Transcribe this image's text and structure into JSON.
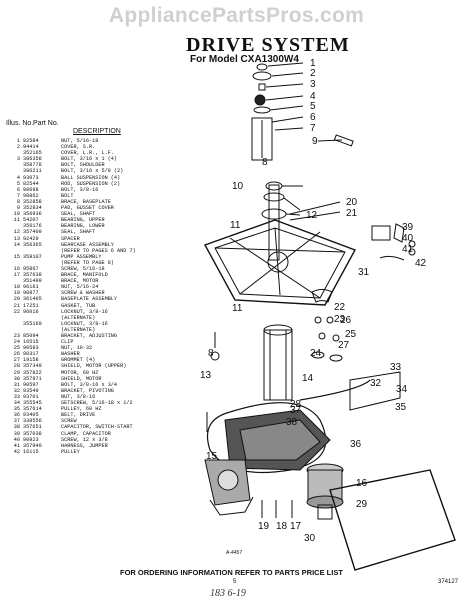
{
  "watermark": "AppliancePartsPros.com",
  "header": {
    "title": "DRIVE SYSTEM",
    "subtitle": "For Model CXA1300W4"
  },
  "table_header": {
    "illus": "Illus. No.",
    "part": "Part No.",
    "description": "DESCRIPTION"
  },
  "parts": [
    {
      "illus": "1",
      "part": "92584",
      "desc": "NUT, 5/16-18"
    },
    {
      "illus": "2",
      "part": "94414",
      "desc": "COVER, S.R."
    },
    {
      "illus": "",
      "part": "352165",
      "desc": "COVER, L.R., L.F."
    },
    {
      "illus": "3",
      "part": "386358",
      "desc": "BOLT, 3/16 x 1 (4)"
    },
    {
      "illus": "",
      "part": "358778",
      "desc": "BOLT, SHOULDER"
    },
    {
      "illus": "",
      "part": "386211",
      "desc": "BOLT, 3/16 x 5/8 (2)"
    },
    {
      "illus": "4",
      "part": "93073",
      "desc": "BALL SUSPENSION (4)"
    },
    {
      "illus": "5",
      "part": "82544",
      "desc": "ROD, SUSPENSION (2)"
    },
    {
      "illus": "6",
      "part": "98698",
      "desc": "BOLT, 3/8-16"
    },
    {
      "illus": "7",
      "part": "98862",
      "desc": "BOLT"
    },
    {
      "illus": "8",
      "part": "352858",
      "desc": "BRACE, BASEPLATE"
    },
    {
      "illus": "9",
      "part": "352834",
      "desc": "PAD, GUSSET COVER"
    },
    {
      "illus": "10",
      "part": "356936",
      "desc": "SEAL, SHAFT"
    },
    {
      "illus": "11",
      "part": "54207",
      "desc": "BEARING, UPPER"
    },
    {
      "illus": "",
      "part": "356176",
      "desc": "BEARING, LOWER"
    },
    {
      "illus": "12",
      "part": "357409",
      "desc": "SEAL, SHAFT"
    },
    {
      "illus": "13",
      "part": "92429",
      "desc": "SPACER"
    },
    {
      "illus": "14",
      "part": "356365",
      "desc": "GEARCASE ASSEMBLY"
    },
    {
      "illus": "",
      "part": "",
      "desc": "(REFER TO PAGES 6 AND 7)"
    },
    {
      "illus": "15",
      "part": "359107",
      "desc": "PUMP ASSEMBLY"
    },
    {
      "illus": "",
      "part": "",
      "desc": "(REFER TO PAGE 8)"
    },
    {
      "illus": "16",
      "part": "95867",
      "desc": "SCREW, 5/16-18"
    },
    {
      "illus": "17",
      "part": "357638",
      "desc": "BRACE, MANIFOLD"
    },
    {
      "illus": "",
      "part": "351499",
      "desc": "BRACE, MOTOR"
    },
    {
      "illus": "18",
      "part": "96161",
      "desc": "NUT, 5/16-24"
    },
    {
      "illus": "19",
      "part": "90877",
      "desc": "SCREW & WASHER"
    },
    {
      "illus": "20",
      "part": "361405",
      "desc": "BASEPLATE ASSEMBLY"
    },
    {
      "illus": "21",
      "part": "17251",
      "desc": "GASKET, TUB"
    },
    {
      "illus": "22",
      "part": "96016",
      "desc": "LOCKNUT, 3/8-16"
    },
    {
      "illus": "",
      "part": "",
      "desc": "(ALTERNATE)"
    },
    {
      "illus": "",
      "part": "355169",
      "desc": "LOCKNUT, 3/8-16"
    },
    {
      "illus": "",
      "part": "",
      "desc": "(ALTERNATE)"
    },
    {
      "illus": "23",
      "part": "85094",
      "desc": "BRACKET, ADJUSTING"
    },
    {
      "illus": "24",
      "part": "16515",
      "desc": "CLIP"
    },
    {
      "illus": "25",
      "part": "90583",
      "desc": "NUT, 10-32"
    },
    {
      "illus": "26",
      "part": "90317",
      "desc": "WASHER"
    },
    {
      "illus": "27",
      "part": "19158",
      "desc": "GROMMET (4)"
    },
    {
      "illus": "28",
      "part": "357349",
      "desc": "SHIELD, MOTOR (UPPER)"
    },
    {
      "illus": "29",
      "part": "357822",
      "desc": "MOTOR, 60 HZ"
    },
    {
      "illus": "30",
      "part": "357971",
      "desc": "SHIELD, MOTOR"
    },
    {
      "illus": "31",
      "part": "90597",
      "desc": "BOLT, 3/8-16 x 3/4"
    },
    {
      "illus": "32",
      "part": "93549",
      "desc": "BRACKET, PIVOTING"
    },
    {
      "illus": "33",
      "part": "93701",
      "desc": "NUT, 3/8-16"
    },
    {
      "illus": "34",
      "part": "355545",
      "desc": "SETSCREW, 5/16-18 x 1/2"
    },
    {
      "illus": "35",
      "part": "357614",
      "desc": "PULLEY, 60 HZ"
    },
    {
      "illus": "36",
      "part": "93405",
      "desc": "BELT, DRIVE"
    },
    {
      "illus": "37",
      "part": "338556",
      "desc": "SCREW"
    },
    {
      "illus": "38",
      "part": "357651",
      "desc": "CAPACITOR, SWITCH-START"
    },
    {
      "illus": "39",
      "part": "357038",
      "desc": "CLAMP, CAPACITOR"
    },
    {
      "illus": "40",
      "part": "90923",
      "desc": "SCREW, 12 x 3/8"
    },
    {
      "illus": "41",
      "part": "357940",
      "desc": "HARNESS, JUMPER"
    },
    {
      "illus": "42",
      "part": "16115",
      "desc": "PULLEY"
    }
  ],
  "callouts": [
    "1",
    "2",
    "3",
    "4",
    "5",
    "6",
    "7",
    "8",
    "9",
    "10",
    "11",
    "12",
    "13",
    "14",
    "15",
    "16",
    "17",
    "18",
    "19",
    "20",
    "21",
    "22",
    "23",
    "24",
    "25",
    "26",
    "27",
    "28",
    "29",
    "30",
    "31",
    "32",
    "33",
    "34",
    "35",
    "36",
    "37",
    "38",
    "39",
    "40",
    "41",
    "42"
  ],
  "figure_ref": "A-4457",
  "footer": {
    "note": "FOR ORDERING INFORMATION REFER TO PARTS PRICE LIST",
    "page": "5",
    "doc_number": "374127",
    "handwritten": "183 6-19"
  }
}
